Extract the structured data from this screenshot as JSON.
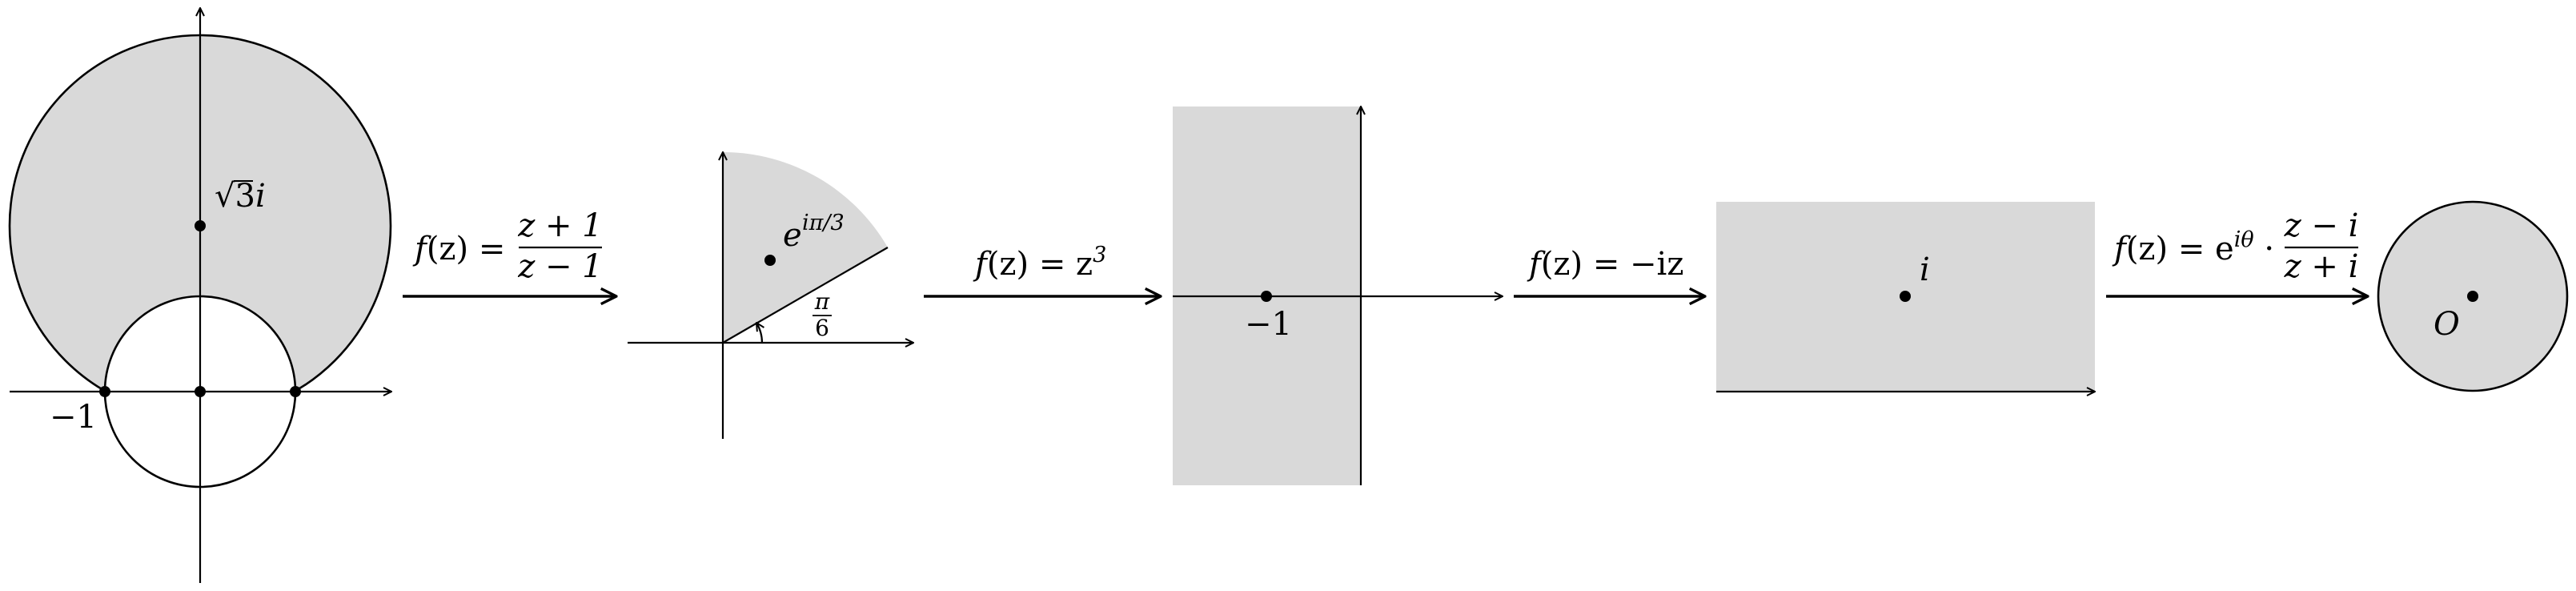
{
  "colors": {
    "shade": "#d9d9d9",
    "ink": "#000000",
    "background": "#ffffff"
  },
  "panel1": {
    "point_label": "√3",
    "point_label_suffix": "i",
    "neg_one_label": "−1"
  },
  "map1": {
    "f": "f",
    "lhs": "(z) = ",
    "numerator": "z + 1",
    "denominator": "z − 1"
  },
  "panel2": {
    "point_base": "e",
    "point_exponent": "iπ/3",
    "angle_numerator": "π",
    "angle_denominator": "6"
  },
  "map2": {
    "f": "f",
    "lhs": "(z) = z",
    "exponent": "3"
  },
  "panel3": {
    "neg_one_label": "−1"
  },
  "map3": {
    "f": "f",
    "lhs": "(z) = −iz"
  },
  "panel4": {
    "point_label": "i"
  },
  "map4": {
    "f": "f",
    "lhs": "(z) = e",
    "exponent": "iθ",
    "dot": " · ",
    "numerator": "z − i",
    "denominator": "z + i"
  },
  "panel5": {
    "center_label": "O"
  }
}
